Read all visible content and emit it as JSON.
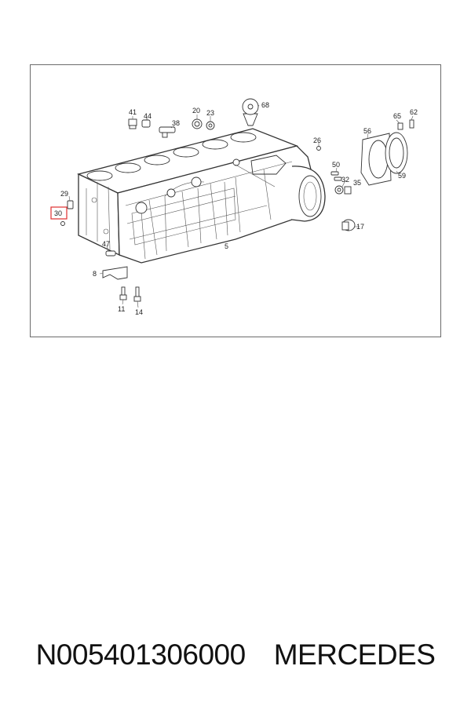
{
  "diagram": {
    "highlight_color": "#e03030",
    "highlighted_label": "30",
    "callouts": {
      "c41": "41",
      "c44": "44",
      "c38": "38",
      "c20": "20",
      "c23": "23",
      "c68": "68",
      "c26": "26",
      "c56": "56",
      "c65": "65",
      "c62": "62",
      "c50": "50",
      "c32": "32",
      "c35": "35",
      "c59": "59",
      "c29": "29",
      "c30": "30",
      "c47": "47",
      "c8": "8",
      "c5": "5",
      "c17": "17",
      "c11": "11",
      "c14": "14"
    }
  },
  "caption": {
    "part_number": "N005401306000",
    "brand": "MERCEDES"
  }
}
